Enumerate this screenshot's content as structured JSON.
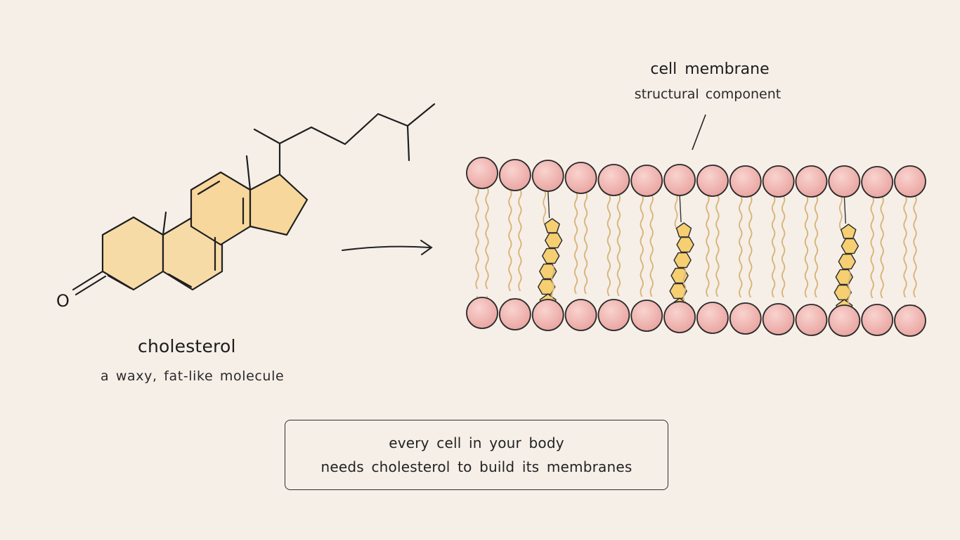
{
  "molecule": {
    "name": "cholesterol",
    "description": "a waxy, fat-like molecule",
    "atom_label": "O"
  },
  "membrane": {
    "title": "cell membrane",
    "subtitle": "structural component",
    "phospholipid_count_per_leaflet": 14,
    "embedded_cholesterol_count": 3
  },
  "note": {
    "line1": "every cell in your body",
    "line2": "needs cholesterol to build its membranes"
  },
  "colors": {
    "background": "#f6efe8",
    "ring_fill": "#f7dba7",
    "head_fill": "#f2b9b4",
    "tail": "#d8b57a",
    "ink": "#222222"
  }
}
